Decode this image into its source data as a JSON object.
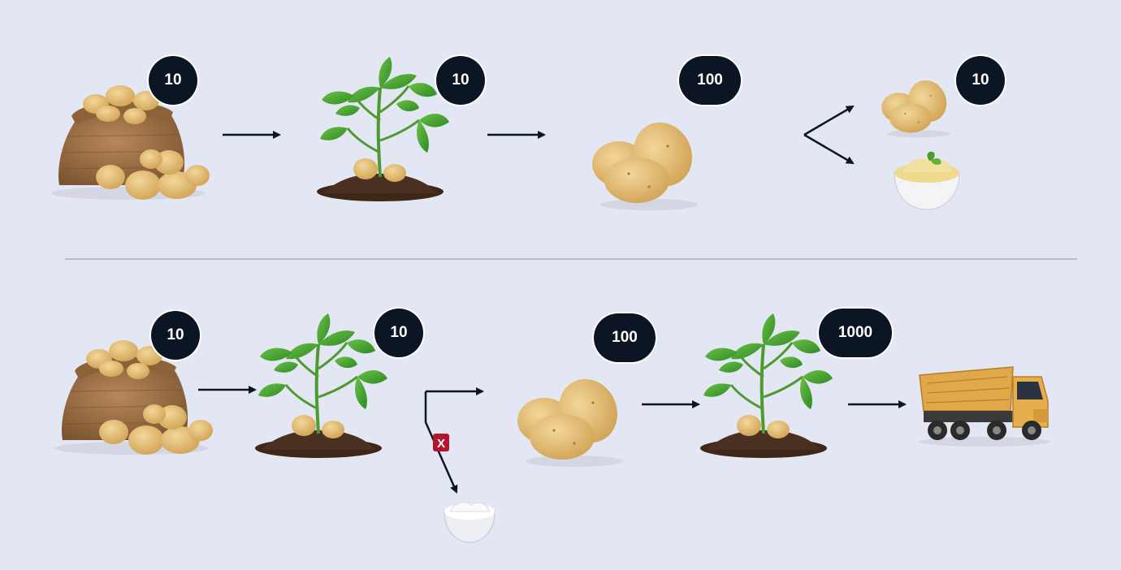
{
  "rows": [
    {
      "name": "eat-path",
      "badges": [
        "10",
        "10",
        "100",
        "10"
      ]
    },
    {
      "name": "grow-path",
      "badges": [
        "10",
        "10",
        "100",
        "1000"
      ],
      "blocked_marker": "X"
    }
  ],
  "colors": {
    "background": "#e3e6f3",
    "badge": "#0c1524",
    "arrow": "#0c1524",
    "blocked": "#b0162e"
  },
  "icons": {
    "sack": "potato-sack-icon",
    "plant": "potato-plant-icon",
    "potatoes": "potatoes-icon",
    "mash": "mashed-potato-bowl-icon",
    "cream": "sour-cream-bowl-icon",
    "truck": "dump-truck-icon"
  }
}
